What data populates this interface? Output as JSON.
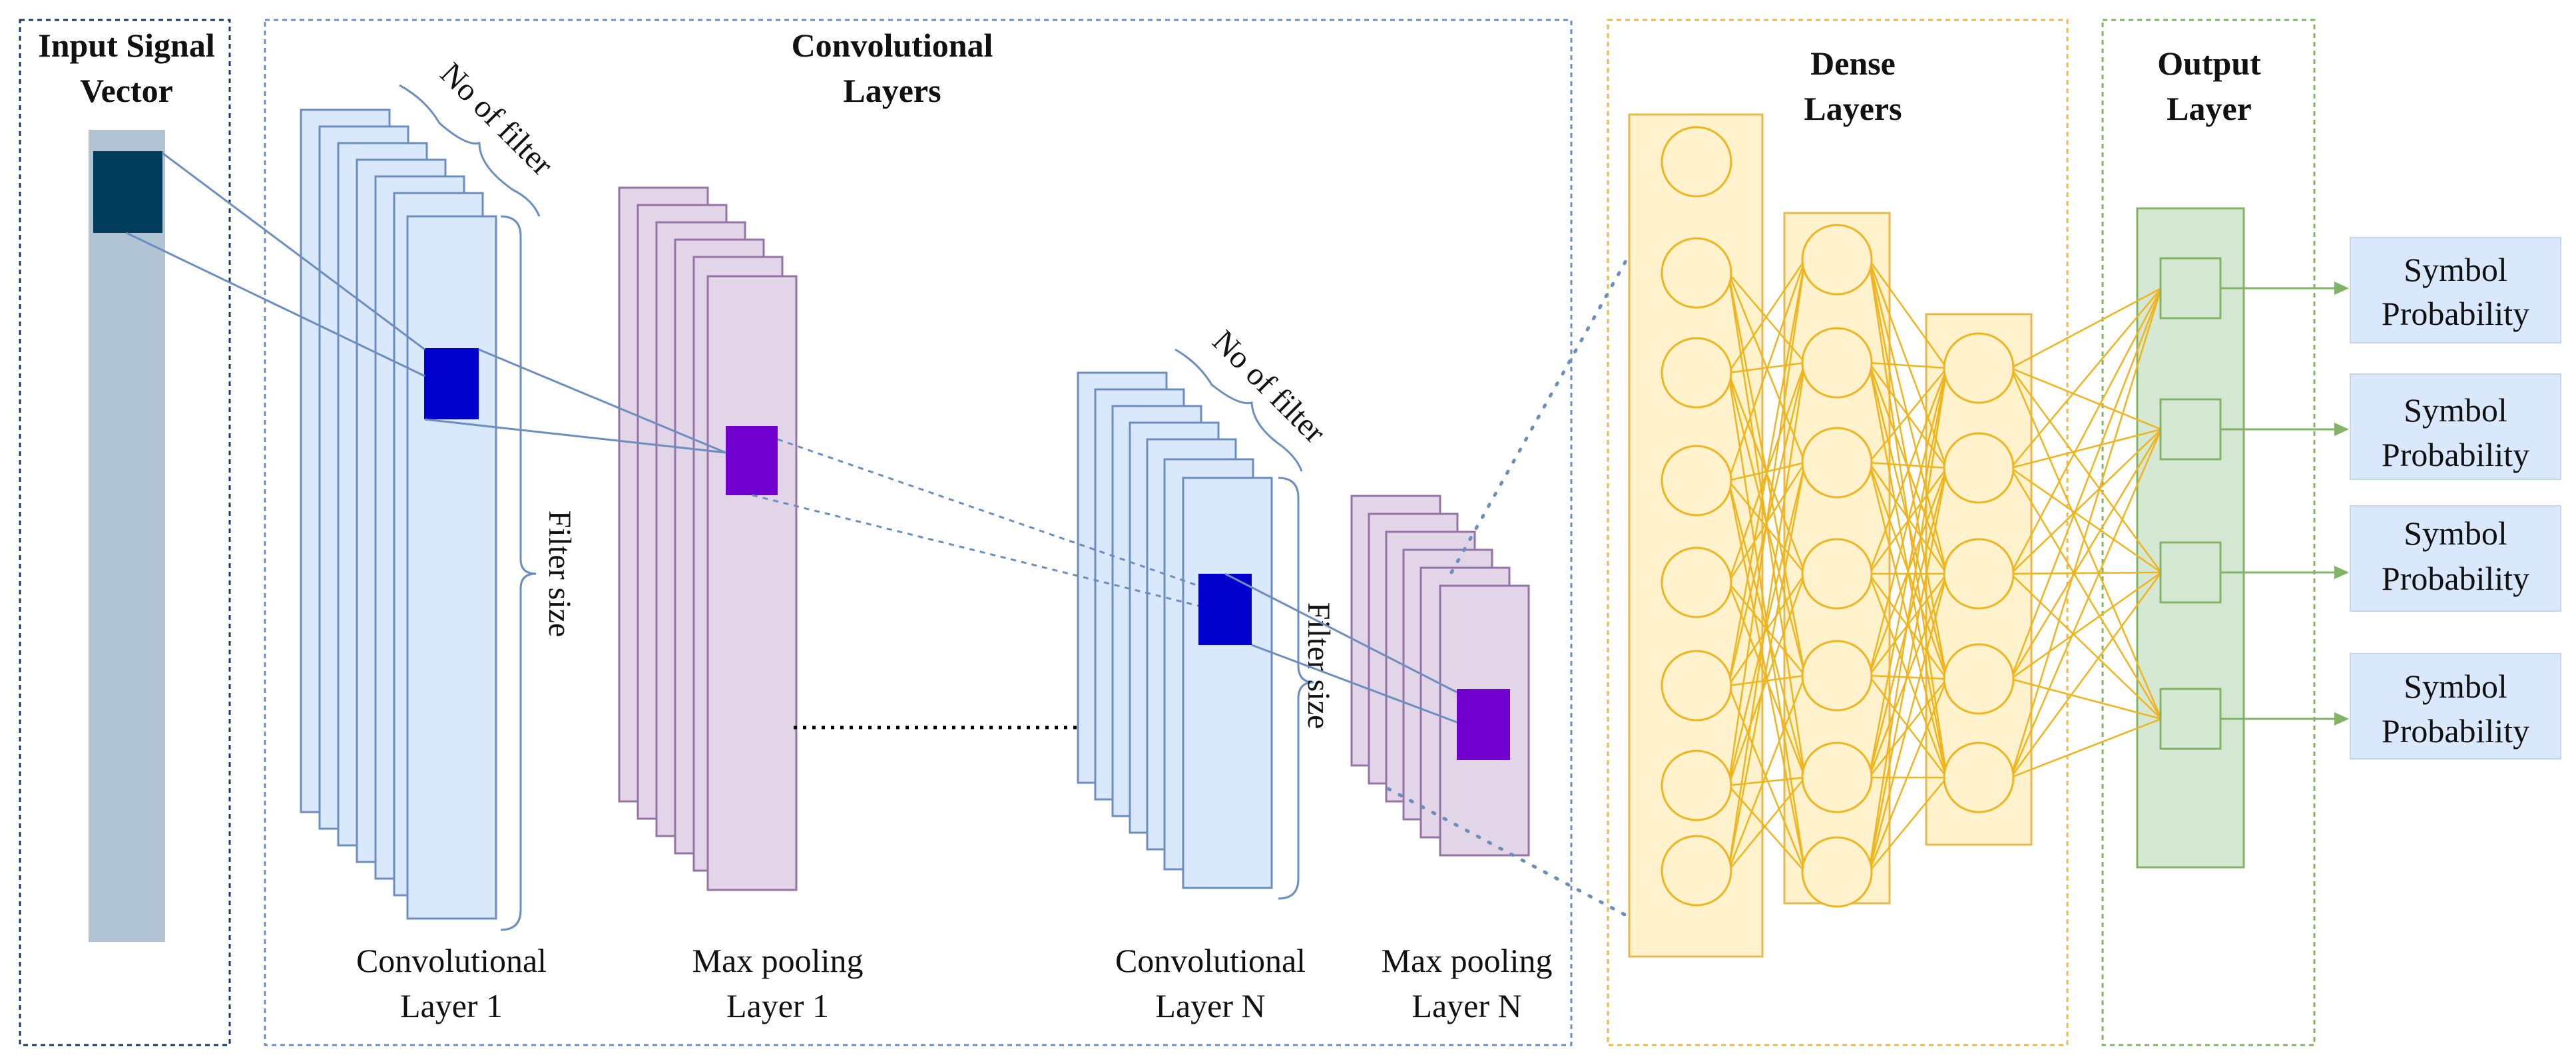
{
  "sections": {
    "input": {
      "title_line1": "Input Signal",
      "title_line2": "Vector"
    },
    "conv": {
      "title_line1": "Convolutional",
      "title_line2": "Layers"
    },
    "dense": {
      "title_line1": "Dense",
      "title_line2": "Layers"
    },
    "output": {
      "title_line1": "Output",
      "title_line2": "Layer"
    }
  },
  "layers": {
    "conv1": {
      "line1": "Convolutional",
      "line2": "Layer 1",
      "filters_label": "No of filter",
      "size_label": "Filter size"
    },
    "pool1": {
      "line1": "Max pooling",
      "line2": "Layer 1"
    },
    "convN": {
      "line1": "Convolutional",
      "line2": "Layer N",
      "filters_label": "No of filter",
      "size_label": "Filter size"
    },
    "poolN": {
      "line1": "Max pooling",
      "line2": "Layer N"
    }
  },
  "outputs": [
    {
      "line1": "Symbol",
      "line2": "Probability"
    },
    {
      "line1": "Symbol",
      "line2": "Probability"
    },
    {
      "line1": "Symbol",
      "line2": "Probability"
    },
    {
      "line1": "Symbol",
      "line2": "Probability"
    }
  ],
  "dense_network": {
    "layer_sizes": [
      8,
      7,
      5
    ],
    "output_units": 4
  },
  "colors": {
    "input_border": "#1f3a5f",
    "conv_border": "#6c8ebf",
    "dense_border": "#e8b94a",
    "output_border": "#82b366",
    "conv_fill": "#dae8fc",
    "pool_fill": "#e1d5e7",
    "pool_border": "#9673a6",
    "dense_fill": "#fff2cc",
    "neuron_stroke": "#f0b41c",
    "output_fill": "#d5e8d4",
    "signal_fill": "#b0c4d4",
    "signal_square": "#003d5b",
    "conv_kernel": "#0000cc",
    "pool_kernel": "#7100d0",
    "symbol_box": "#dae8fc"
  }
}
